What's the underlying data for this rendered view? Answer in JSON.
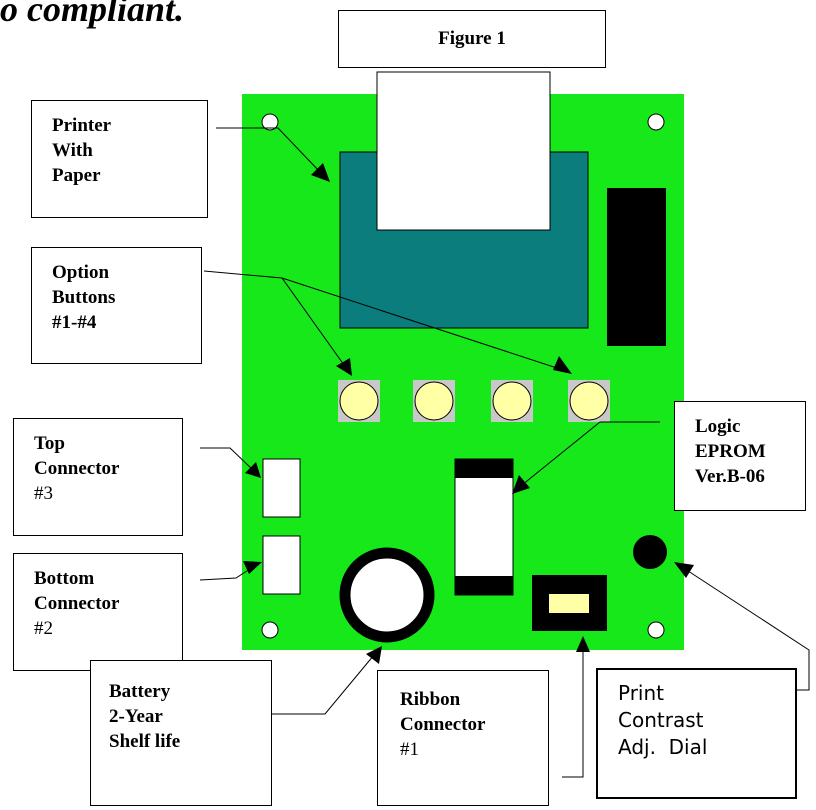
{
  "heading": "o compliant.",
  "figure_title": "Figure 1",
  "colors": {
    "board": "#17e81a",
    "printer": "#0b7d7d",
    "button": "#ffffa6",
    "button_frame": "#c8c8c8",
    "black": "#000000"
  },
  "callouts": {
    "printer": {
      "line1": "Printer",
      "line2": "With",
      "line3": "Paper"
    },
    "options": {
      "line1": "Option",
      "line2": "Buttons",
      "line3": "#1-#4"
    },
    "top_connector": {
      "line1": "Top",
      "line2": "Connector",
      "line3": "#3"
    },
    "bottom_connector": {
      "line1": "Bottom",
      "line2": "Connector",
      "line3": "#2"
    },
    "logic": {
      "line1": "Logic",
      "line2": "EPROM",
      "line3": "Ver.B-06"
    },
    "battery": {
      "line1": "Battery",
      "line2": "2-Year",
      "line3": "Shelf life"
    },
    "ribbon": {
      "line1": "Ribbon",
      "line2": "Connector",
      "line3": "#1"
    },
    "contrast": {
      "line1": "Print",
      "line2": "Contrast",
      "line3": "Adj.  Dial"
    }
  }
}
